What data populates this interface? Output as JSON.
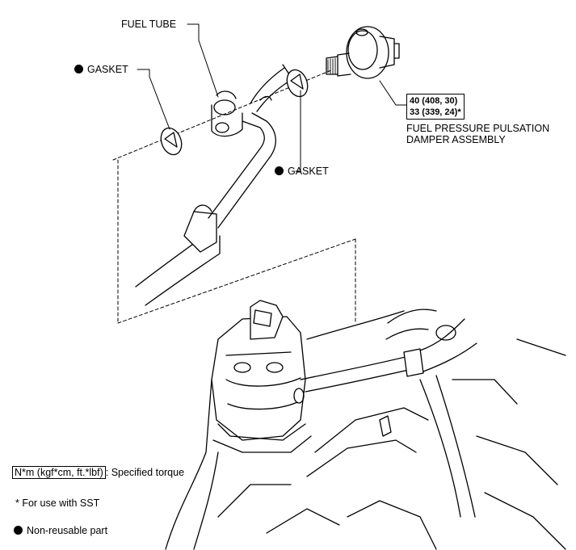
{
  "labels": {
    "fuel_tube": "FUEL TUBE",
    "gasket_left": "GASKET",
    "gasket_right": "GASKET",
    "damper_line1": "FUEL PRESSURE PULSATION",
    "damper_line2": "DAMPER ASSEMBLY"
  },
  "torque": {
    "line1": "40 (408, 30)",
    "line2": "33 (339, 24)*"
  },
  "legend": {
    "torque_box": "N*m (kgf*cm, ft.*lbf)",
    "torque_text": ": Specified torque",
    "sst_note": "* For use with SST",
    "non_reusable": "Non-reusable part"
  }
}
